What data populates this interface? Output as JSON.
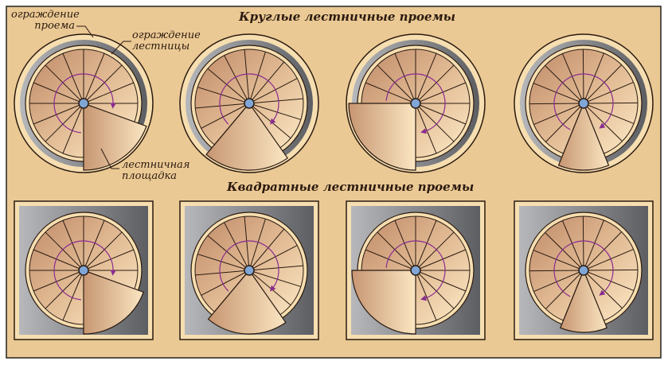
{
  "titles": {
    "round": "Круглые лестничные проемы",
    "square": "Квадратные лестничные проемы"
  },
  "labels": {
    "opening_railing": [
      "ограждение",
      "проема"
    ],
    "stair_railing": [
      "ограждение",
      "лестницы"
    ],
    "landing": [
      "лестничная",
      "площадка"
    ]
  },
  "colors": {
    "background": "#ebc994",
    "frame_gray": "#7a7c80",
    "stair_dark": "#c49070",
    "stair_light": "#fbe7c4",
    "arrow": "#8a2b8f",
    "pole": "#7fa6d6"
  }
}
